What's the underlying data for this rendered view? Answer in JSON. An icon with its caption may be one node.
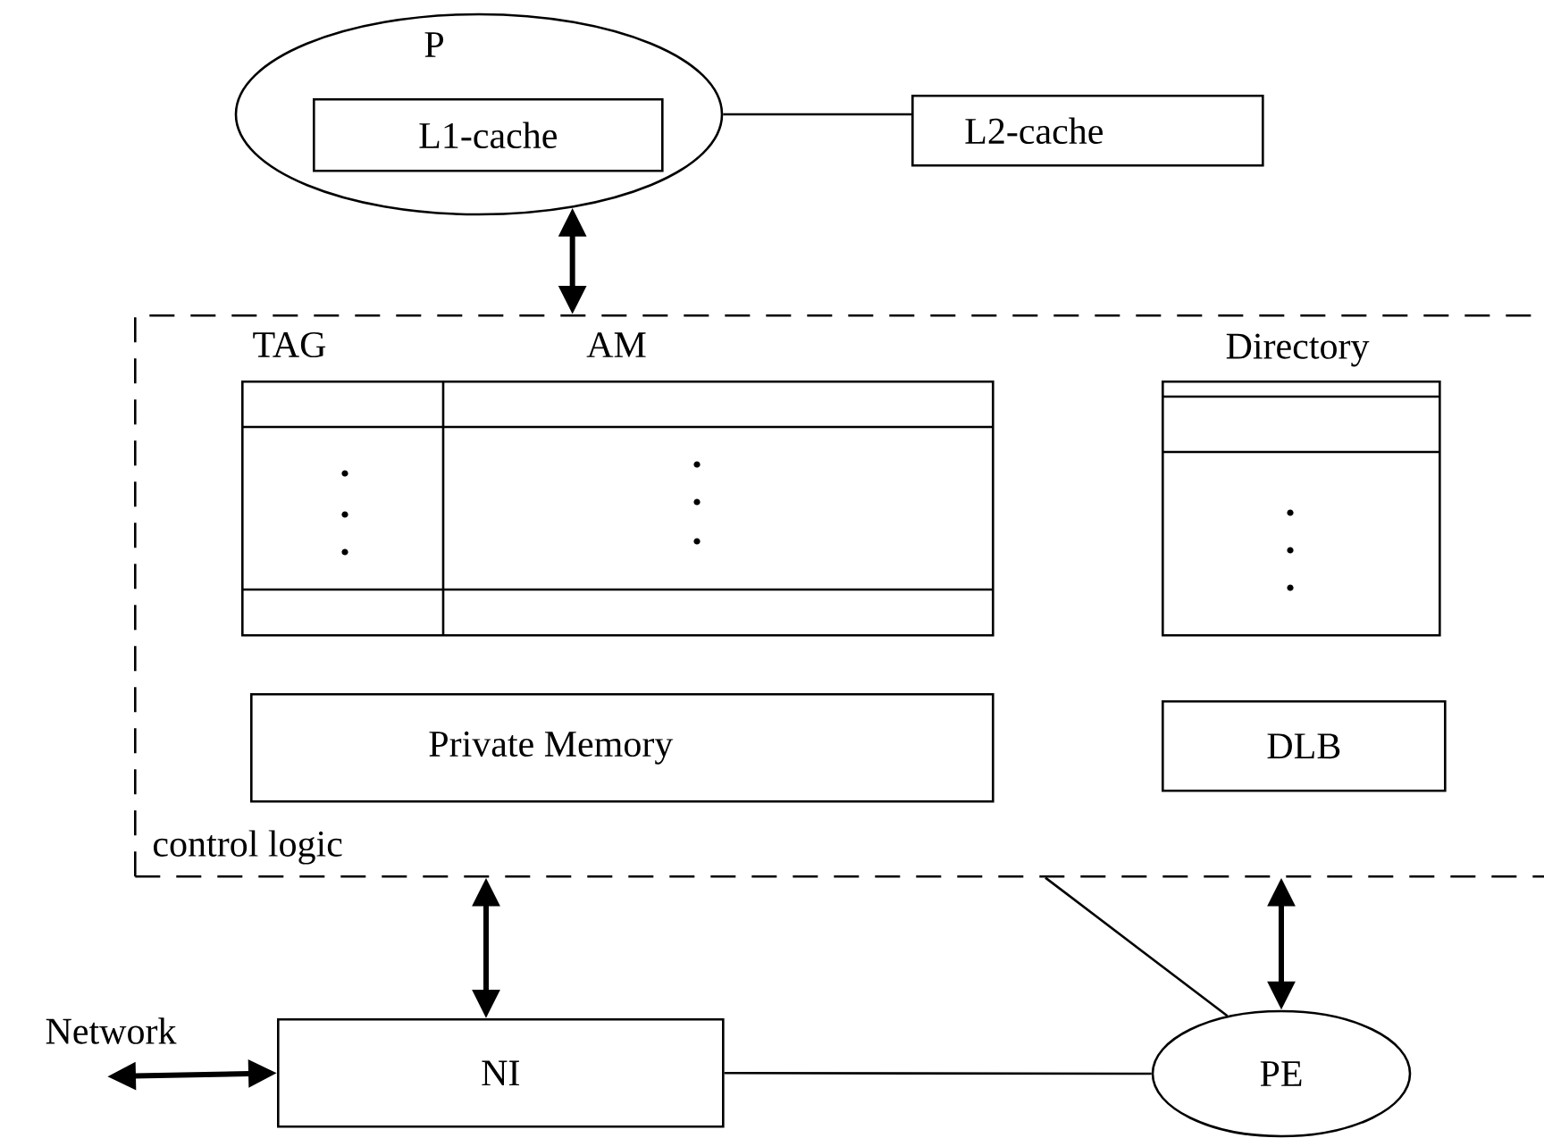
{
  "diagram": {
    "nodes": [
      {
        "text": [
          "P"
        ]
      },
      {
        "text": [
          "L1-cache"
        ],
        "in": 0
      },
      {
        "text": [
          "L2-cache"
        ]
      },
      {
        "text": [
          "control logic"
        ]
      },
      {
        "text": [
          "TAG",
          "AM"
        ],
        "in": 3
      },
      {
        "text": [
          "Directory"
        ],
        "in": 3
      },
      {
        "text": [
          "Private Memory"
        ],
        "in": 3
      },
      {
        "text": [
          "DLB"
        ],
        "in": 3
      },
      {
        "text": [
          "NI"
        ]
      },
      {
        "text": [
          "PE"
        ]
      },
      {
        "text": [
          "Network"
        ]
      }
    ],
    "edges": [
      {
        "from": 0,
        "to": 2,
        "arrow": "none"
      },
      {
        "from": 0,
        "to": 3,
        "arrow": "both"
      },
      {
        "from": 3,
        "to": 8,
        "arrow": "both"
      },
      {
        "from": 3,
        "to": 9,
        "arrow": "none"
      },
      {
        "from": 3,
        "to": 9,
        "arrow": "both"
      },
      {
        "from": 8,
        "to": 9,
        "arrow": "none"
      },
      {
        "from": 10,
        "to": 8,
        "arrow": "both"
      }
    ]
  }
}
